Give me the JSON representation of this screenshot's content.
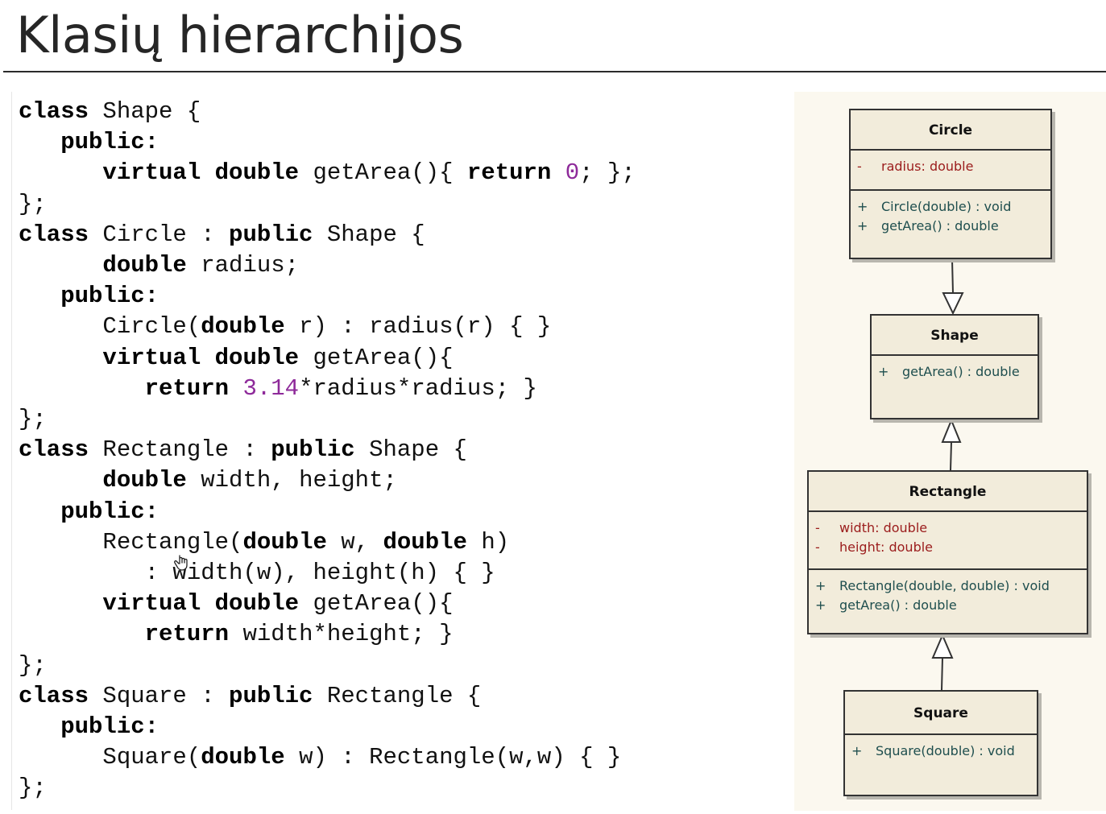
{
  "slide": {
    "title": "Klasių hierarchijos"
  },
  "code": {
    "lines": [
      [
        {
          "t": "class",
          "k": 1
        },
        {
          "t": " Shape {"
        }
      ],
      [
        {
          "t": "   "
        },
        {
          "t": "public:",
          "k": 1
        }
      ],
      [
        {
          "t": "      "
        },
        {
          "t": "virtual double",
          "k": 1
        },
        {
          "t": " getArea(){ "
        },
        {
          "t": "return",
          "k": 1
        },
        {
          "t": " "
        },
        {
          "t": "0",
          "n": 1
        },
        {
          "t": "; };"
        }
      ],
      [
        {
          "t": "};"
        }
      ],
      [
        {
          "t": "class",
          "k": 1
        },
        {
          "t": " Circle : "
        },
        {
          "t": "public",
          "k": 1
        },
        {
          "t": " Shape {"
        }
      ],
      [
        {
          "t": "      "
        },
        {
          "t": "double",
          "k": 1
        },
        {
          "t": " radius;"
        }
      ],
      [
        {
          "t": "   "
        },
        {
          "t": "public:",
          "k": 1
        }
      ],
      [
        {
          "t": "      Circle("
        },
        {
          "t": "double",
          "k": 1
        },
        {
          "t": " r) : radius(r) { }"
        }
      ],
      [
        {
          "t": "      "
        },
        {
          "t": "virtual double",
          "k": 1
        },
        {
          "t": " getArea(){"
        }
      ],
      [
        {
          "t": "         "
        },
        {
          "t": "return",
          "k": 1
        },
        {
          "t": " "
        },
        {
          "t": "3.14",
          "n": 1
        },
        {
          "t": "*radius*radius; }"
        }
      ],
      [
        {
          "t": "};"
        }
      ],
      [
        {
          "t": "class",
          "k": 1
        },
        {
          "t": " Rectangle : "
        },
        {
          "t": "public",
          "k": 1
        },
        {
          "t": " Shape {"
        }
      ],
      [
        {
          "t": "      "
        },
        {
          "t": "double",
          "k": 1
        },
        {
          "t": " width, height;"
        }
      ],
      [
        {
          "t": "   "
        },
        {
          "t": "public:",
          "k": 1
        }
      ],
      [
        {
          "t": "      Rectangle("
        },
        {
          "t": "double",
          "k": 1
        },
        {
          "t": " w, "
        },
        {
          "t": "double",
          "k": 1
        },
        {
          "t": " h)"
        }
      ],
      [
        {
          "t": "         : width(w), height(h) { }"
        }
      ],
      [
        {
          "t": "      "
        },
        {
          "t": "virtual double",
          "k": 1
        },
        {
          "t": " getArea(){"
        }
      ],
      [
        {
          "t": "         "
        },
        {
          "t": "return",
          "k": 1
        },
        {
          "t": " width*height; }"
        }
      ],
      [
        {
          "t": "};"
        }
      ],
      [
        {
          "t": "class",
          "k": 1
        },
        {
          "t": " Square : "
        },
        {
          "t": "public",
          "k": 1
        },
        {
          "t": " Rectangle {"
        }
      ],
      [
        {
          "t": "   "
        },
        {
          "t": "public:",
          "k": 1
        }
      ],
      [
        {
          "t": "      Square("
        },
        {
          "t": "double",
          "k": 1
        },
        {
          "t": " w) : Rectangle(w,w) { }"
        }
      ],
      [
        {
          "t": "};"
        }
      ]
    ]
  },
  "uml": {
    "circle": {
      "name": "Circle",
      "attributes": [
        {
          "vis": "-",
          "text": "radius:  double"
        }
      ],
      "operations": [
        {
          "vis": "+",
          "text": "Circle(double) : void"
        },
        {
          "vis": "+",
          "text": "getArea() : double"
        }
      ]
    },
    "shape": {
      "name": "Shape",
      "operations": [
        {
          "vis": "+",
          "text": "getArea() : double"
        }
      ]
    },
    "rectangle": {
      "name": "Rectangle",
      "attributes": [
        {
          "vis": "-",
          "text": "width:  double"
        },
        {
          "vis": "-",
          "text": "height:  double"
        }
      ],
      "operations": [
        {
          "vis": "+",
          "text": "Rectangle(double, double) : void"
        },
        {
          "vis": "+",
          "text": "getArea() : double"
        }
      ]
    },
    "square": {
      "name": "Square",
      "operations": [
        {
          "vis": "+",
          "text": "Square(double) : void"
        }
      ]
    }
  },
  "colors": {
    "keyword": "#000000",
    "number": "#8e2a9a",
    "attribute": "#9b1c1c",
    "operation": "#1e4e4e",
    "class_fill": "#f2ecdb"
  },
  "icons": {
    "cursor": "hand-pointer-icon"
  }
}
